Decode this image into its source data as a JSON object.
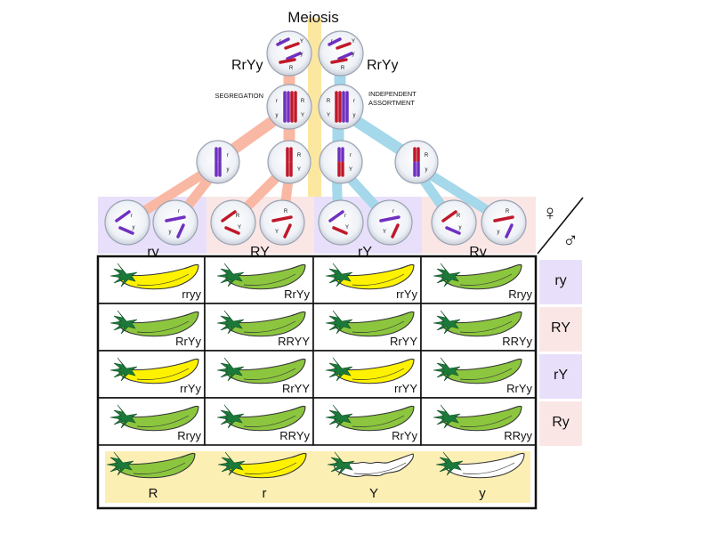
{
  "title": "Meiosis",
  "parents": [
    {
      "genotype": "RrYy"
    },
    {
      "genotype": "RrYy"
    }
  ],
  "labels": {
    "segregation": "SEGREGATION",
    "independent_line1": "INDEPENDENT",
    "independent_line2": "ASSORTMENT",
    "female_symbol": "♀",
    "male_symbol": "♂"
  },
  "cell_letters": {
    "r": "r",
    "R": "R",
    "y": "y",
    "Y": "Y"
  },
  "gametes": {
    "female": [
      "ry",
      "RY",
      "rY",
      "Ry"
    ],
    "male": [
      "ry",
      "RY",
      "rY",
      "Ry"
    ]
  },
  "grid": [
    [
      {
        "g": "rryy",
        "color": "yellow"
      },
      {
        "g": "RrYy",
        "color": "green"
      },
      {
        "g": "rrYy",
        "color": "yellow"
      },
      {
        "g": "Rryy",
        "color": "green"
      }
    ],
    [
      {
        "g": "RrYy",
        "color": "green"
      },
      {
        "g": "RRYY",
        "color": "green"
      },
      {
        "g": "RrYY",
        "color": "green"
      },
      {
        "g": "RRYy",
        "color": "green"
      }
    ],
    [
      {
        "g": "rrYy",
        "color": "yellow"
      },
      {
        "g": "RrYY",
        "color": "green"
      },
      {
        "g": "rrYY",
        "color": "yellow"
      },
      {
        "g": "RrYy",
        "color": "green"
      }
    ],
    [
      {
        "g": "Rryy",
        "color": "green"
      },
      {
        "g": "RRYy",
        "color": "green"
      },
      {
        "g": "RrYy",
        "color": "green"
      },
      {
        "g": "RRyy",
        "color": "green"
      }
    ]
  ],
  "legend": [
    {
      "label": "R",
      "color": "green",
      "shape": "smooth"
    },
    {
      "label": "r",
      "color": "yellow",
      "shape": "smooth"
    },
    {
      "label": "Y",
      "color": "white",
      "shape": "wrinkled"
    },
    {
      "label": "y",
      "color": "white",
      "shape": "smooth"
    }
  ],
  "colors": {
    "purple_chrom": "#7030c0",
    "red_chrom": "#c0182a",
    "green_pod": "#8cc63f",
    "yellow_pod": "#fff200",
    "calyx": "#1b7a3a",
    "lavender_bg": "#e8e0fb",
    "pink_bg": "#fbe6e6",
    "cream_bg": "#fcefb4",
    "salmon_line": "#f9b8a3",
    "blue_line": "#a4d8ea",
    "meiosis_bar": "#fbe7a0"
  }
}
